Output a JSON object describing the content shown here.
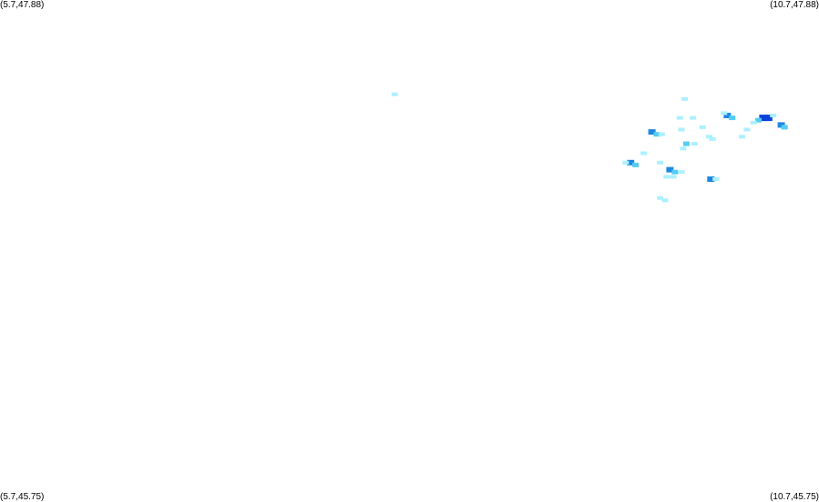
{
  "corners": {
    "top_left": "(5.7,47.88)",
    "top_right": "(10.7,47.88)",
    "bottom_left": "(5.7,45.75)",
    "bottom_right": "(10.7,45.75)"
  },
  "bounds": {
    "lon_min": 5.7,
    "lon_max": 10.7,
    "lat_min": 45.75,
    "lat_max": 47.88
  },
  "colors": {
    "background": "#ffffff",
    "light": "#aaf0ff",
    "medium": "#55ccf5",
    "strong": "#1e88e0",
    "max": "#0a44d8"
  },
  "intensity_cells": [
    {
      "lon": 8.11,
      "lat": 47.48,
      "level": "light"
    },
    {
      "lon": 9.88,
      "lat": 47.46,
      "level": "light"
    },
    {
      "lon": 9.85,
      "lat": 47.38,
      "level": "light"
    },
    {
      "lon": 9.93,
      "lat": 47.38,
      "level": "light"
    },
    {
      "lon": 10.14,
      "lat": 47.39,
      "level": "strong"
    },
    {
      "lon": 10.17,
      "lat": 47.38,
      "level": "medium"
    },
    {
      "lon": 10.12,
      "lat": 47.4,
      "level": "light"
    },
    {
      "lon": 10.36,
      "lat": 47.38,
      "level": "max"
    },
    {
      "lon": 10.39,
      "lat": 47.38,
      "level": "max"
    },
    {
      "lon": 10.33,
      "lat": 47.37,
      "level": "medium"
    },
    {
      "lon": 10.42,
      "lat": 47.39,
      "level": "light"
    },
    {
      "lon": 10.3,
      "lat": 47.36,
      "level": "light"
    },
    {
      "lon": 10.47,
      "lat": 47.35,
      "level": "strong"
    },
    {
      "lon": 10.49,
      "lat": 47.34,
      "level": "medium"
    },
    {
      "lon": 10.26,
      "lat": 47.33,
      "level": "light"
    },
    {
      "lon": 10.23,
      "lat": 47.3,
      "level": "light"
    },
    {
      "lon": 9.68,
      "lat": 47.32,
      "level": "strong"
    },
    {
      "lon": 9.71,
      "lat": 47.31,
      "level": "medium"
    },
    {
      "lon": 9.74,
      "lat": 47.31,
      "level": "light"
    },
    {
      "lon": 9.86,
      "lat": 47.33,
      "level": "light"
    },
    {
      "lon": 9.99,
      "lat": 47.34,
      "level": "light"
    },
    {
      "lon": 9.89,
      "lat": 47.27,
      "level": "medium"
    },
    {
      "lon": 9.94,
      "lat": 47.27,
      "level": "light"
    },
    {
      "lon": 9.87,
      "lat": 47.25,
      "level": "light"
    },
    {
      "lon": 10.05,
      "lat": 47.29,
      "level": "light"
    },
    {
      "lon": 10.03,
      "lat": 47.3,
      "level": "light"
    },
    {
      "lon": 9.63,
      "lat": 47.23,
      "level": "light"
    },
    {
      "lon": 9.55,
      "lat": 47.19,
      "level": "strong"
    },
    {
      "lon": 9.58,
      "lat": 47.18,
      "level": "medium"
    },
    {
      "lon": 9.52,
      "lat": 47.19,
      "level": "light"
    },
    {
      "lon": 9.73,
      "lat": 47.19,
      "level": "light"
    },
    {
      "lon": 9.79,
      "lat": 47.16,
      "level": "strong"
    },
    {
      "lon": 9.82,
      "lat": 47.15,
      "level": "medium"
    },
    {
      "lon": 9.86,
      "lat": 47.15,
      "level": "light"
    },
    {
      "lon": 9.77,
      "lat": 47.13,
      "level": "light"
    },
    {
      "lon": 9.81,
      "lat": 47.13,
      "level": "light"
    },
    {
      "lon": 10.04,
      "lat": 47.12,
      "level": "strong"
    },
    {
      "lon": 10.07,
      "lat": 47.12,
      "level": "light"
    },
    {
      "lon": 9.73,
      "lat": 47.04,
      "level": "light"
    },
    {
      "lon": 9.76,
      "lat": 47.03,
      "level": "light"
    }
  ]
}
